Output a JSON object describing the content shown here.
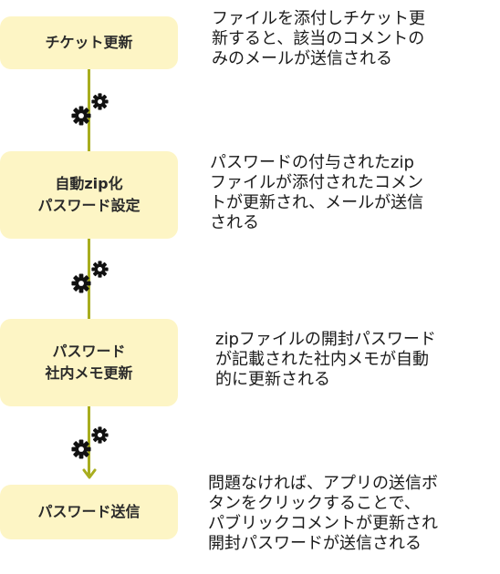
{
  "steps": [
    {
      "label": "チケット更新",
      "description": "ファイルを添付しチケット更\n新すると、該当のコメントの\nみのメールが送信される"
    },
    {
      "label": "自動zip化\nパスワード設定",
      "description": "パスワードの付与されたzip\nファイルが添付されたコメン\nトが更新され、メールが送信\nされる"
    },
    {
      "label": "パスワード\n社内メモ更新",
      "description": "zipファイルの開封パスワード\nが記載された社内メモが自動\n的に更新される"
    },
    {
      "label": "パスワード送信",
      "description": "問題なければ、アプリの送信ボ\nタンをクリックすることで、\nパブリックコメントが更新され\n開封パスワードが送信される"
    }
  ],
  "icons": {
    "connector_icon": "gears-icon",
    "end_icon": "arrow-down-icon"
  },
  "colors": {
    "box_fill": "#fdf5c5",
    "connector": "#a8ad1f",
    "gear": "#111111"
  }
}
